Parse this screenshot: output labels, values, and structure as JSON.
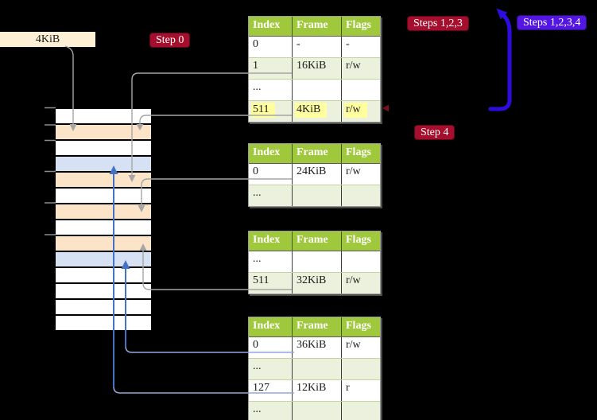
{
  "labels": {
    "size_box": "4KiB",
    "step0": "Step 0",
    "step4": "Step 4",
    "steps123": "Steps 1,2,3",
    "steps1234": "Steps 1,2,3,4"
  },
  "colors": {
    "badge_red_bg": "#a60e2e",
    "badge_blue_bg": "#5316e3",
    "table_header_bg": "#a0c83c",
    "table_row_alt_bg": "#ebf1dd",
    "highlight_bg": "#ffffa0",
    "size_box_bg": "#fdf0d5",
    "mem_orange": "#fce4c8",
    "mem_blue": "#d6e2f4",
    "mem_white": "#ffffff",
    "connector_gray": "#a6a6a6",
    "connector_blue_light": "#8faadc",
    "connector_blue": "#4472c4",
    "big_arrow_blue": "#2d0ce0"
  },
  "memory_strip": {
    "rows": [
      "white",
      "orange",
      "white",
      "blue",
      "orange",
      "white",
      "orange",
      "white",
      "orange",
      "blue",
      "white",
      "white",
      "white",
      "white"
    ]
  },
  "tables": [
    {
      "headers": [
        "Index",
        "Frame",
        "Flags"
      ],
      "rows": [
        {
          "cells": [
            "0",
            "-",
            "-"
          ],
          "shaded": false,
          "highlighted": false
        },
        {
          "cells": [
            "1",
            "16KiB",
            "r/w"
          ],
          "shaded": true,
          "highlighted": false
        },
        {
          "cells": [
            "...",
            "",
            ""
          ],
          "shaded": false,
          "highlighted": false
        },
        {
          "cells": [
            "511",
            "4KiB",
            "r/w"
          ],
          "shaded": true,
          "highlighted": true
        }
      ]
    },
    {
      "headers": [
        "Index",
        "Frame",
        "Flags"
      ],
      "rows": [
        {
          "cells": [
            "0",
            "24KiB",
            "r/w"
          ],
          "shaded": false,
          "highlighted": false
        },
        {
          "cells": [
            "...",
            "",
            ""
          ],
          "shaded": true,
          "highlighted": false
        }
      ]
    },
    {
      "headers": [
        "Index",
        "Frame",
        "Flags"
      ],
      "rows": [
        {
          "cells": [
            "...",
            "",
            ""
          ],
          "shaded": false,
          "highlighted": false
        },
        {
          "cells": [
            "511",
            "32KiB",
            "r/w"
          ],
          "shaded": true,
          "highlighted": false
        }
      ]
    },
    {
      "headers": [
        "Index",
        "Frame",
        "Flags"
      ],
      "rows": [
        {
          "cells": [
            "0",
            "36KiB",
            "r/w"
          ],
          "shaded": false,
          "highlighted": false
        },
        {
          "cells": [
            "...",
            "",
            ""
          ],
          "shaded": true,
          "highlighted": false
        },
        {
          "cells": [
            "127",
            "12KiB",
            "r"
          ],
          "shaded": false,
          "highlighted": false
        },
        {
          "cells": [
            "...",
            "",
            ""
          ],
          "shaded": true,
          "highlighted": false
        }
      ]
    }
  ]
}
